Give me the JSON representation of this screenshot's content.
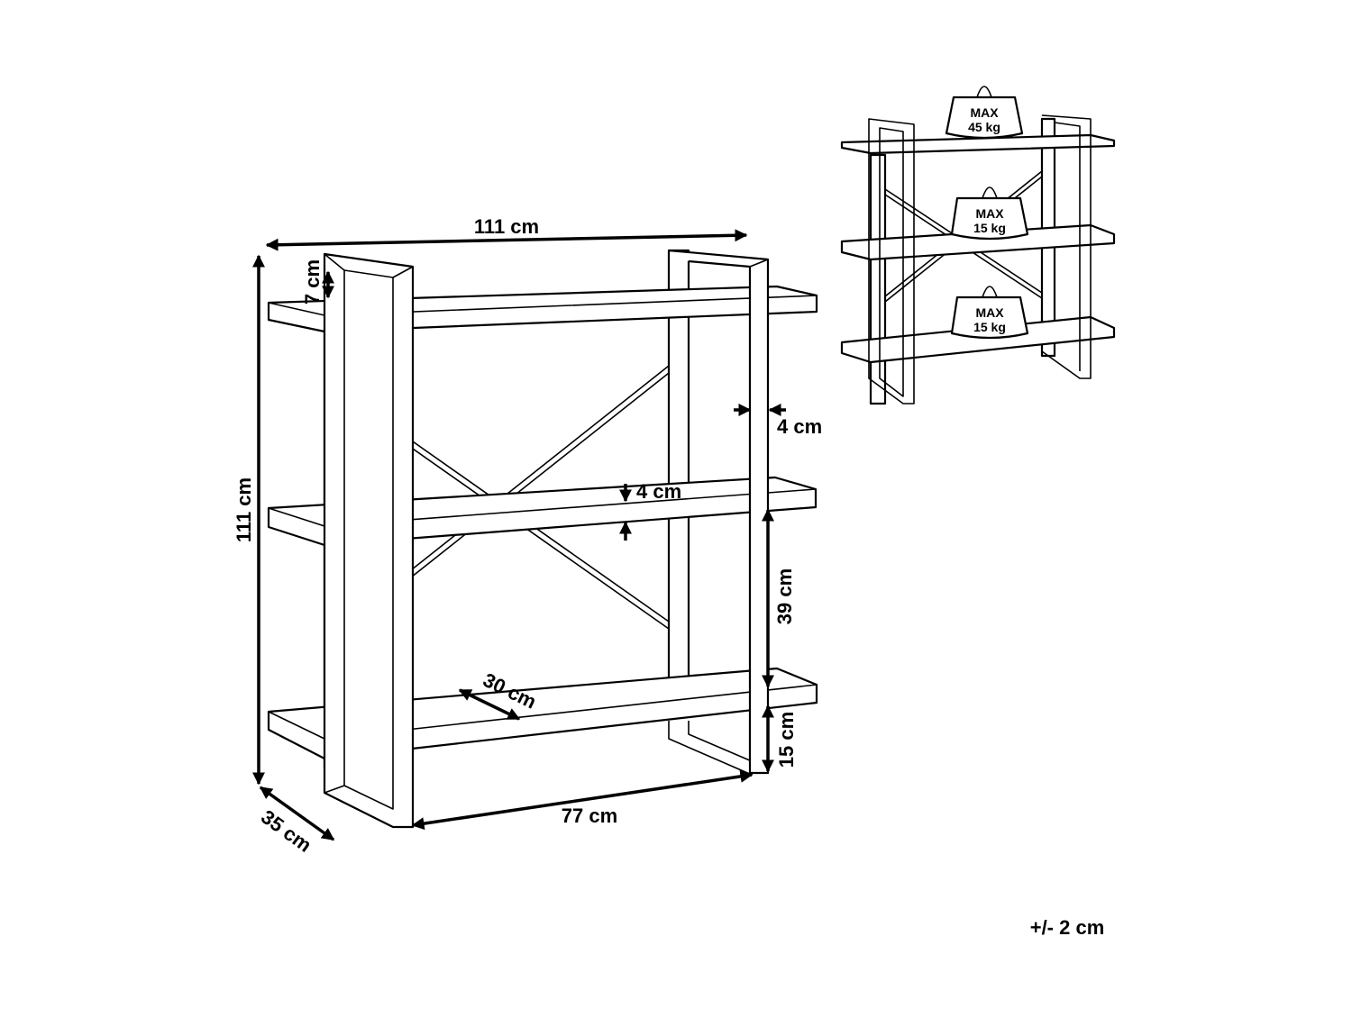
{
  "dimensions": {
    "total_width": "111 cm",
    "total_height": "111 cm",
    "depth": "35 cm",
    "inner_width": "77 cm",
    "shelf_depth": "30 cm",
    "shelf_spacing": "39 cm",
    "bottom_clearance": "15 cm",
    "top_offset": "7 cm",
    "shelf_thickness": "4 cm",
    "frame_width": "4 cm"
  },
  "load_capacity": {
    "max_label": "MAX",
    "top_shelf": "45 kg",
    "middle_shelf": "15 kg",
    "bottom_shelf": "15 kg"
  },
  "tolerance": "+/- 2 cm"
}
